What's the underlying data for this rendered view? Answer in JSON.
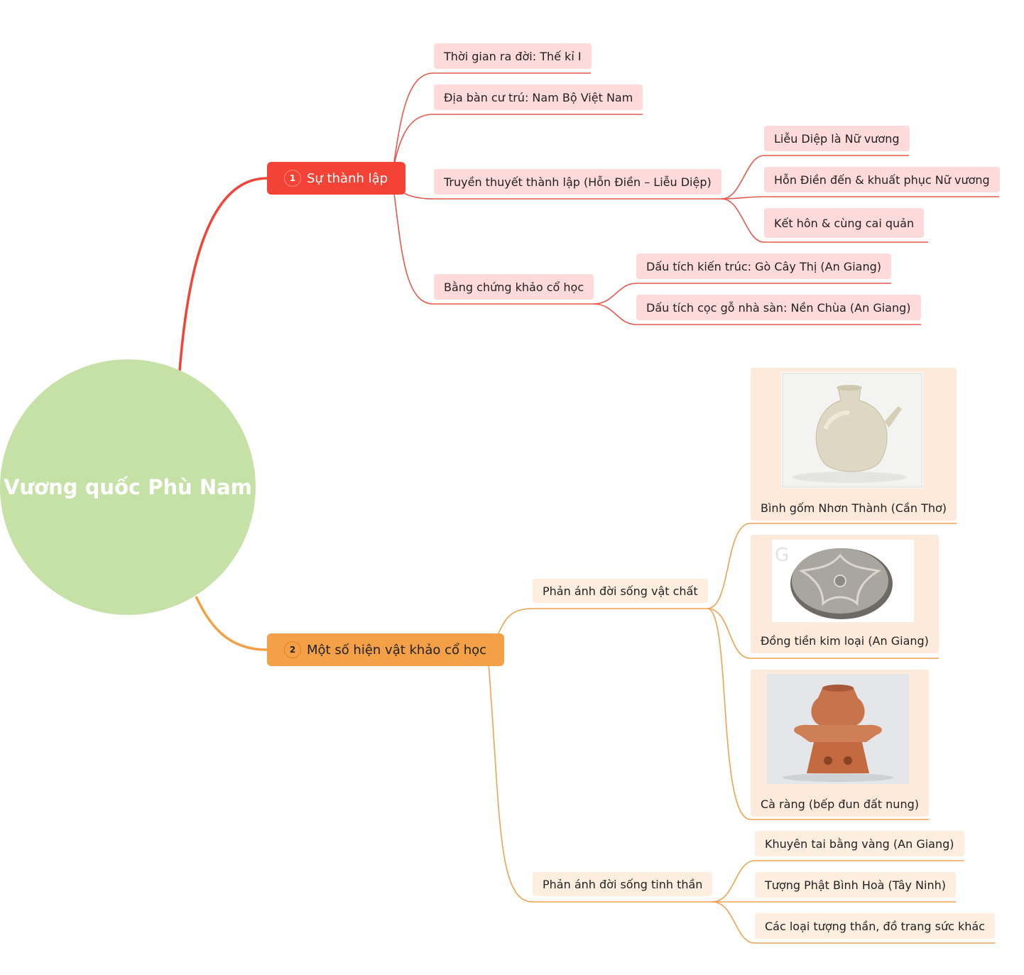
{
  "root": {
    "title": "Vương quốc Phù Nam"
  },
  "branch1": {
    "number": "1",
    "title": "Sự thành lập",
    "items": [
      "Thời gian ra đời: Thế kỉ I",
      "Địa bàn cư trú: Nam Bộ Việt Nam",
      "Truyền thuyết thành lập (Hỗn Điền – Liễu Diệp)",
      "Bằng chứng khảo cổ học"
    ],
    "legend": [
      "Liễu Diệp là Nữ vương",
      "Hỗn Điền đến & khuất phục Nữ vương",
      "Kết hôn & cùng cai quản"
    ],
    "evidence": [
      "Dấu tích kiến trúc: Gò Cây Thị (An Giang)",
      "Dấu tích cọc gỗ nhà sàn: Nền Chùa (An Giang)"
    ]
  },
  "branch2": {
    "number": "2",
    "title": "Một số hiện vật khảo cổ học",
    "material": {
      "title": "Phản ánh đời sống vật chất",
      "cards": [
        {
          "caption": "Bình gốm Nhơn Thành (Cần Thơ)",
          "image": "ceramic-jar-image"
        },
        {
          "caption": "Đồng tiền kim loại (An Giang)",
          "image": "metal-coin-image"
        },
        {
          "caption": "Cà ràng (bếp đun đất nung)",
          "image": "clay-stove-image"
        }
      ]
    },
    "spiritual": {
      "title": "Phản ánh đời sống tinh thần",
      "items": [
        "Khuyên tai bằng vàng (An Giang)",
        "Tượng Phật Bình Hoà (Tây Ninh)",
        "Các loại tượng thần, đồ trang sức khác"
      ]
    }
  },
  "colors": {
    "root": "#c5e1a5",
    "branch1": "#f44336",
    "branch1_line": "#e8584d",
    "branch1_node": "#ffdada",
    "branch2": "#f4a046",
    "branch2_line": "#f0a24f",
    "branch2_node": "#fdeee0"
  }
}
